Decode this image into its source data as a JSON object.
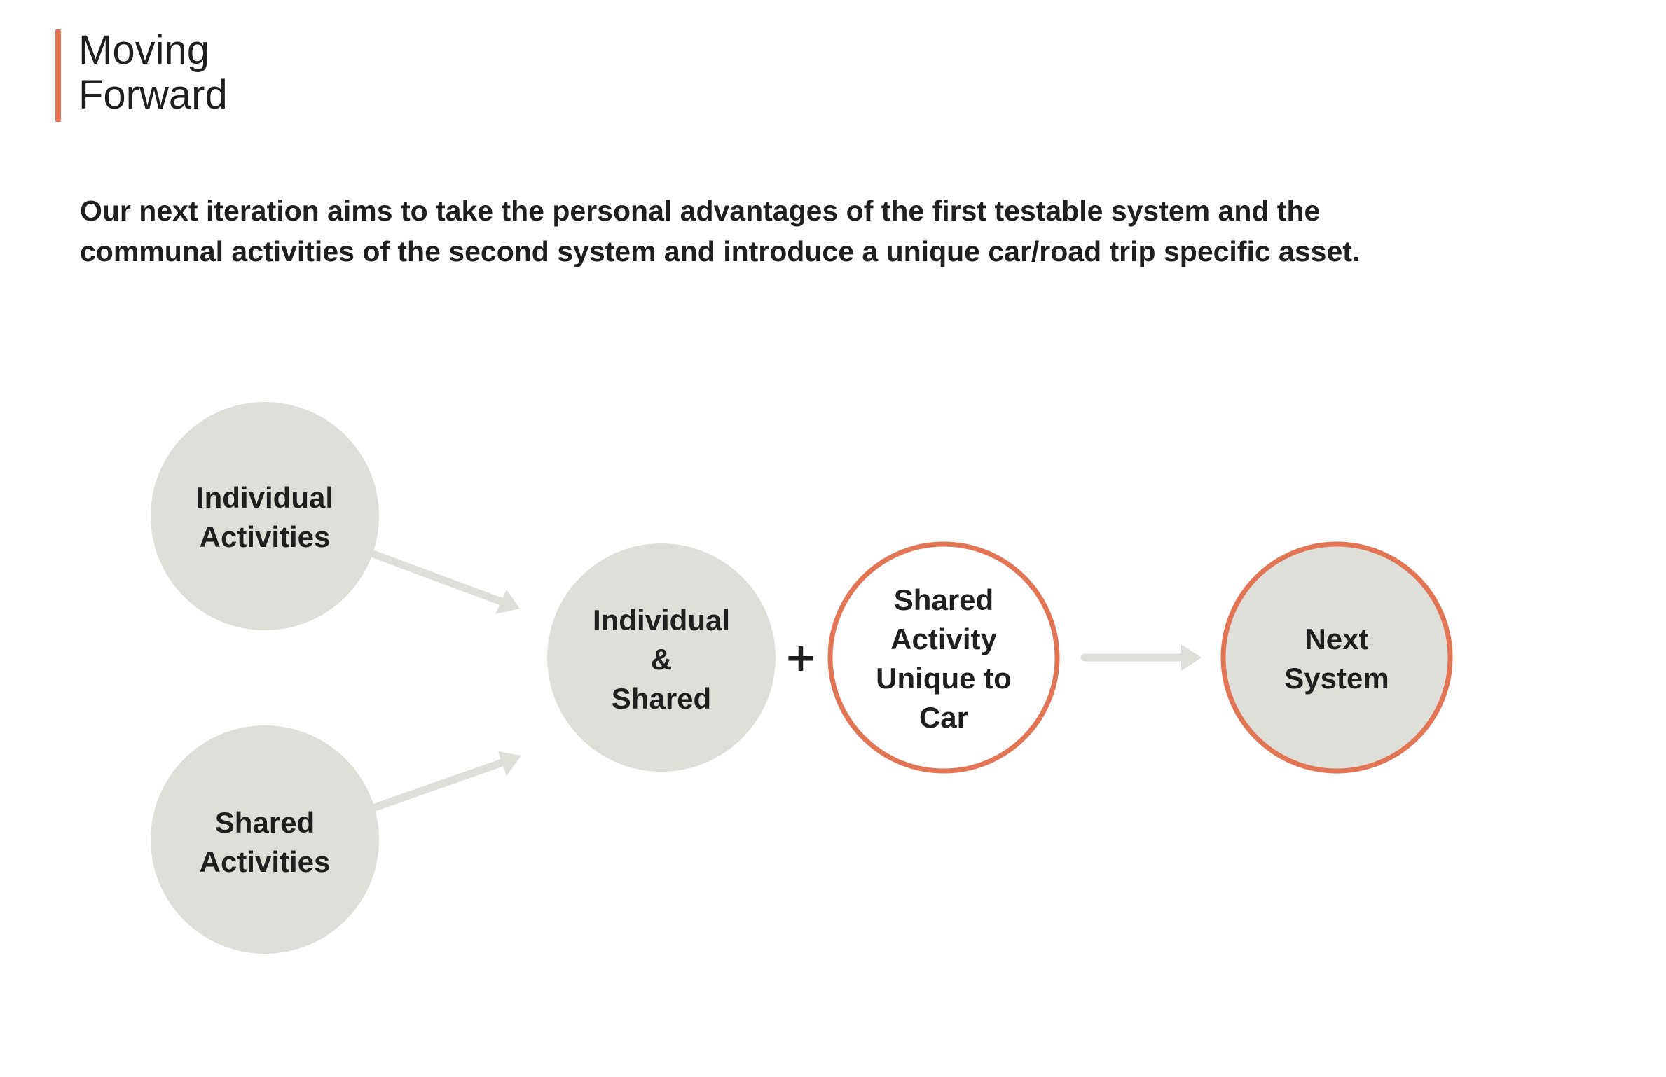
{
  "header": {
    "title_line1": "Moving",
    "title_line2": "Forward",
    "accent_color": "#e27556"
  },
  "intro": {
    "line1": "Our next iteration aims to take the personal advantages of the first testable system and the",
    "line2": "communal activities of the second system and introduce a unique car/road trip specific asset."
  },
  "diagram": {
    "colors": {
      "node_fill": "#dfdfda",
      "node_outline": "#e27556",
      "arrow": "#dfdfda"
    },
    "nodes": {
      "individual_activities": [
        "Individual",
        "Activities"
      ],
      "shared_activities": [
        "Shared",
        "Activities"
      ],
      "individual_and_shared": [
        "Individual",
        "&",
        "Shared"
      ],
      "shared_activity_unique": [
        "Shared",
        "Activity",
        "Unique to",
        "Car"
      ],
      "next_system": [
        "Next",
        "System"
      ]
    },
    "operator": "+"
  }
}
